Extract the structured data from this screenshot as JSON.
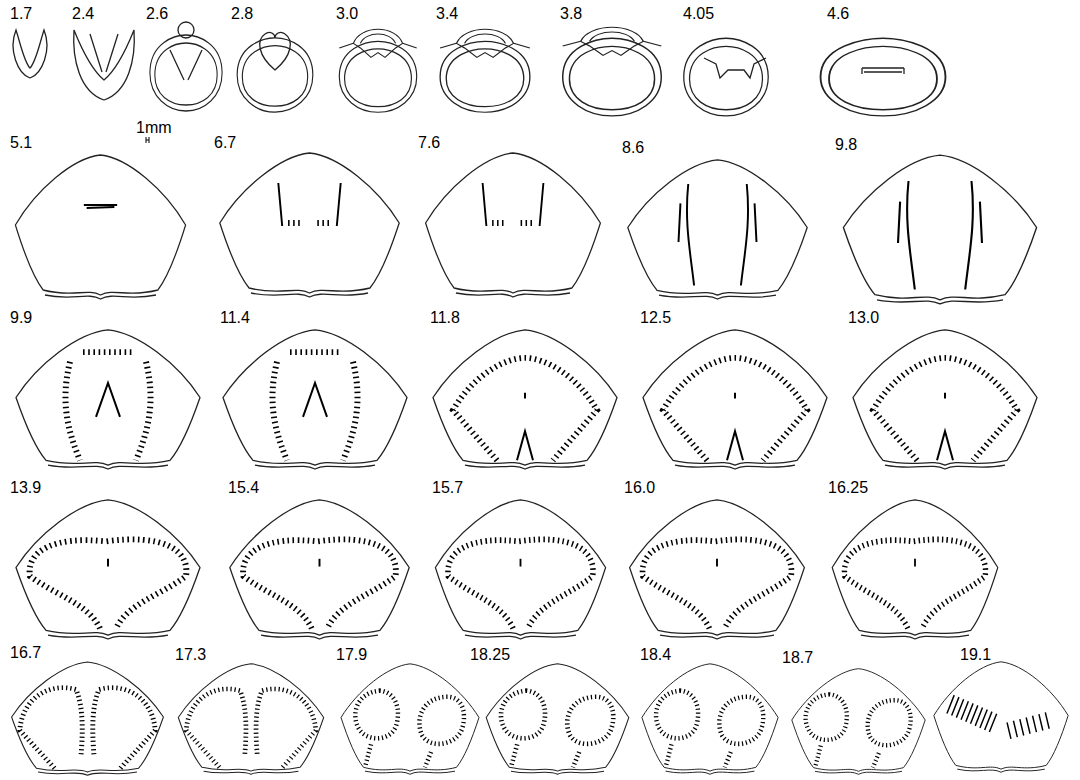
{
  "diagram": {
    "labels": [
      "1.7",
      "2.4",
      "2.6",
      "2.8",
      "3.0",
      "3.4",
      "3.8",
      "4.05",
      "4.6",
      "1mm",
      "5.1",
      "6.7",
      "7.6",
      "8.6",
      "9.8",
      "9.9",
      "11.4",
      "11.8",
      "12.5",
      "13.0",
      "13.9",
      "15.4",
      "15.7",
      "16.0",
      "16.25",
      "16.7",
      "17.3",
      "17.9",
      "18.25",
      "18.4",
      "18.7",
      "19.1"
    ]
  }
}
